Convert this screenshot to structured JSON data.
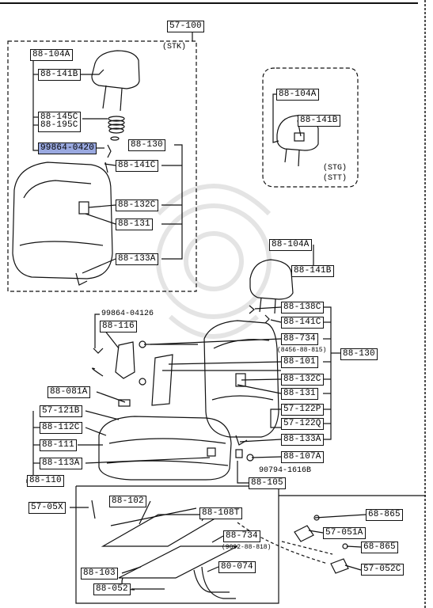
{
  "diagram": {
    "labels": {
      "l57_100": "57-100",
      "stk": "(STK)",
      "a88_104A": "88-104A",
      "a88_141B": "88-141B",
      "a88_145C": "88-145C",
      "a88_195C": "88-195C",
      "a99864_0420": "99864-0420",
      "a88_130": "88-130",
      "a88_141C": "88-141C",
      "a88_132C": "88-132C",
      "a88_131": "88-131",
      "a88_133A": "88-133A",
      "b88_104A": "88-104A",
      "b88_141B": "88-141B",
      "stg": "(STG)",
      "stt": "(STT)",
      "c88_104A": "88-104A",
      "c88_141B": "88-141B",
      "c88_138C": "88-138C",
      "c88_141C": "88-141C",
      "c88_734": "88-734",
      "c8456": "(8456-88-815)",
      "c88_130": "88-130",
      "c88_101": "88-101",
      "c88_132C": "88-132C",
      "c88_131": "88-131",
      "c57_122P": "57-122P",
      "c57_122Q": "57-122Q",
      "c88_133A": "88-133A",
      "c88_107A": "88-107A",
      "c90794": "90794-1616B",
      "c88_105": "88-105",
      "d99864_0412": "99864-04126",
      "d88_116": "88-116",
      "d88_081A": "88-081A",
      "d57_121B": "57-121B",
      "d88_112C": "88-112C",
      "d88_111": "88-111",
      "d88_113A": "88-113A",
      "d88_110": "88-110",
      "e57_05X": "57-05X",
      "e88_102": "88-102",
      "e88_108T": "88-108T",
      "e88_734": "88-734",
      "e9092": "(9092-88-818)",
      "e80_074": "80-074",
      "e88_103": "88-103",
      "e88_052": "88-052",
      "f68_865a": "68-865",
      "f57_051A": "57-051A",
      "f68_865b": "68-865",
      "f57_052C": "57-052C"
    }
  }
}
